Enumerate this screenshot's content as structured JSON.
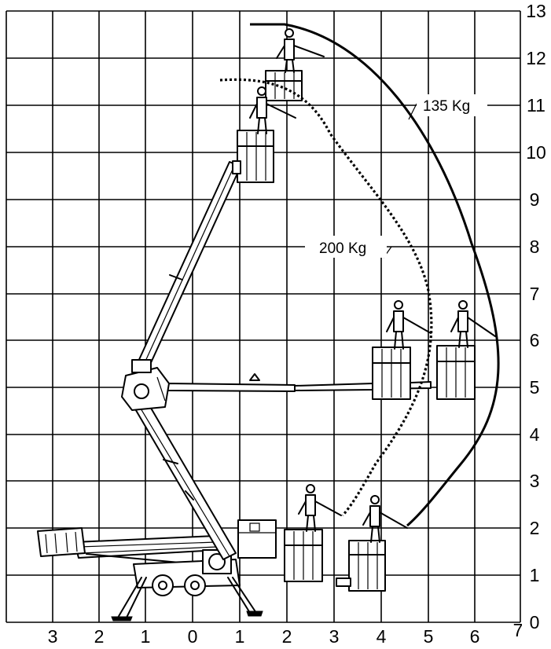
{
  "figure": {
    "x_ticks": [
      "3",
      "2",
      "1",
      "0",
      "1",
      "2",
      "3",
      "4",
      "5",
      "6",
      "7"
    ],
    "y_ticks": [
      "0",
      "1",
      "2",
      "3",
      "4",
      "5",
      "6",
      "7",
      "8",
      "9",
      "10",
      "11",
      "12",
      "13"
    ]
  },
  "envelopes": [
    {
      "label": "135 Kg",
      "style": "solid",
      "line_color": "#000000"
    },
    {
      "label": "200 Kg",
      "style": "dotted",
      "line_color": "#000000"
    }
  ],
  "colors": {
    "ink": "#000000",
    "background": "#ffffff"
  }
}
